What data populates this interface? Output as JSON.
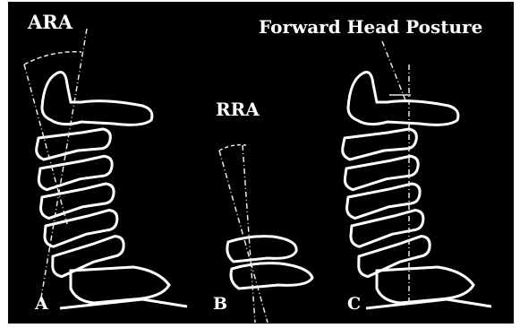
{
  "labels": {
    "ara": "ARA",
    "rra": "RRA",
    "forward_head_posture": "Forward Head Posture",
    "panel_a": "A",
    "panel_b": "B",
    "panel_c": "C"
  },
  "colors": {
    "background": "#000000",
    "bone_outline": "#ffffff",
    "reference_line": "#e8e8e8"
  }
}
